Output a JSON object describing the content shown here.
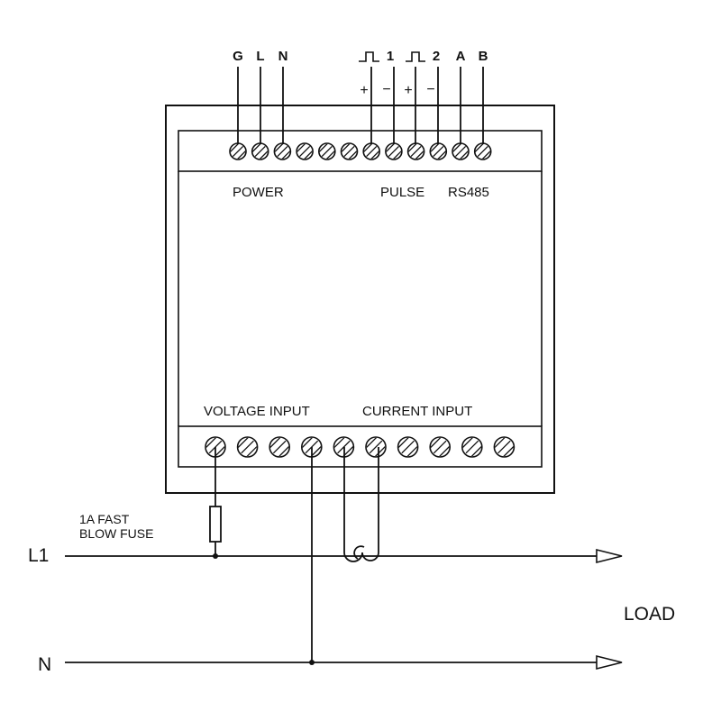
{
  "top_terminal_labels": {
    "g": "G",
    "l": "L",
    "n": "N",
    "pulse1": "1",
    "pulse2": "2",
    "a": "A",
    "b": "B"
  },
  "polarity": {
    "p1_plus": "+",
    "p1_minus": "−",
    "p2_plus": "+",
    "p2_minus": "−"
  },
  "section_labels": {
    "power": "POWER",
    "pulse": "PULSE",
    "rs485": "RS485",
    "voltage_input": "VOLTAGE INPUT",
    "current_input": "CURRENT INPUT"
  },
  "fuse_label": {
    "line1": "1A FAST",
    "line2": "BLOW FUSE"
  },
  "line_labels": {
    "l1": "L1",
    "n": "N",
    "load": "LOAD"
  },
  "colors": {
    "stroke": "#111111",
    "background": "#ffffff"
  }
}
